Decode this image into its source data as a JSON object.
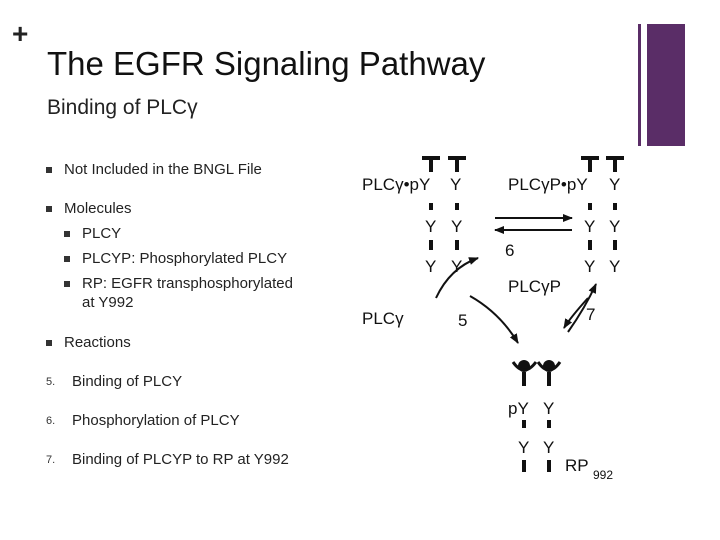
{
  "slide": {
    "plus": "+",
    "title": "The EGFR Signaling Pathway",
    "subtitle": "Binding of PLCγ",
    "accent_color": "#5a2d67"
  },
  "bullets": {
    "b1": "Not Included in the BNGL File",
    "b2": "Molecules",
    "b2_1": "PLCY",
    "b2_2": "PLCYP: Phosphorylated PLCY",
    "b2_3_line1": "RP: EGFR transphosphorylated",
    "b2_3_line2": "at Y992",
    "b3": "Reactions"
  },
  "reactions": [
    {
      "num": "5.",
      "text": "Binding of PLCY"
    },
    {
      "num": "6.",
      "text": "Phosphorylation of PLCY"
    },
    {
      "num": "7.",
      "text": "Binding of PLCYP to RP at Y992"
    }
  ],
  "diagram": {
    "left_complex_label": "PLCγ•pY",
    "right_complex_label": "PLCγP•pY",
    "free_plcy": "PLCγ",
    "free_plcyp": "PLCγP",
    "arrow_label_6": "6",
    "arrow_label_5": "5",
    "arrow_label_7": "7",
    "y": "Y",
    "py": "pY",
    "rp": "RP",
    "rp_sub": "992"
  }
}
